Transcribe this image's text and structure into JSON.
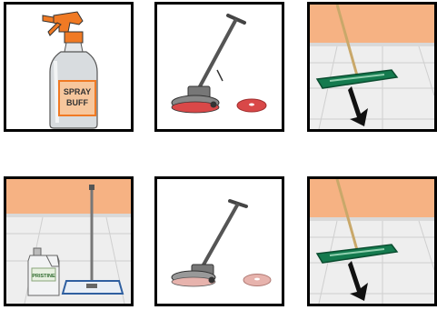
{
  "panels": [
    {
      "label": {
        "line1": "SPRAY",
        "line2": "BUFF"
      }
    },
    {},
    {},
    {
      "jug_label": "PRISTINE"
    },
    {},
    {}
  ],
  "colors": {
    "wall": "#f6b283",
    "floor": "#eeeeee",
    "mop_head": "#147a4e",
    "arrow": "#111111",
    "nozzle": "#f07a24",
    "pad_red": "#d94848",
    "pad_pink": "#e7b3ad"
  }
}
